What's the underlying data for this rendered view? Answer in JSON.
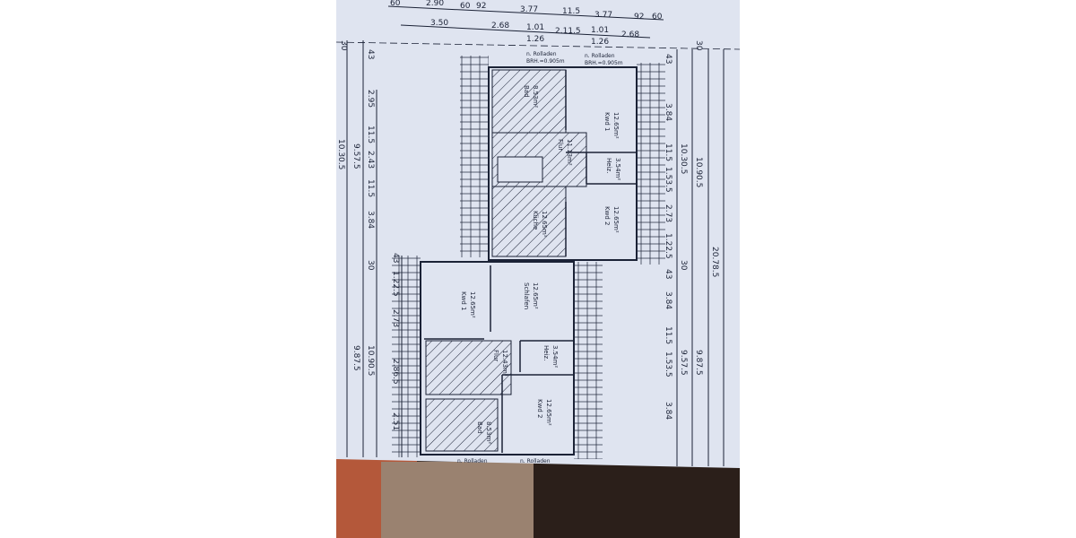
{
  "colors": {
    "paper": "#dfe4f0",
    "ink": "#1b2236",
    "floor_left": "#b4583a",
    "floor_right": "#2b1f1a",
    "rug": "#9a8270"
  },
  "dimensions": {
    "top_row1": [
      "60",
      "2.90",
      "60",
      "92",
      "3.77",
      "11.5",
      "3.77",
      "92",
      "60"
    ],
    "top_row2": [
      "3.50",
      "2.68",
      "1.01",
      "1.26",
      "2.11.5",
      "1.01",
      "1.26",
      "2.68"
    ],
    "left_inner": [
      "30",
      "43",
      "2.95",
      "11.5",
      "2.43",
      "11.5",
      "3.84",
      "30",
      "43",
      "1.22.5",
      "2.73",
      "2.86.5",
      "2.51"
    ],
    "left_outer": [
      "9.57.5",
      "10.30.5",
      "10.90.5",
      "9.87.5"
    ],
    "right_inner": [
      "30",
      "43",
      "3.84",
      "11.5",
      "1.53.5",
      "2.73",
      "1.22.5",
      "43",
      "30",
      "3.84",
      "11.5",
      "1.53.5",
      "3.84"
    ],
    "right_outer": [
      "10.30.5",
      "10.90.5",
      "20.78.5",
      "9.57.5",
      "9.87.5"
    ]
  },
  "notes": {
    "top_shutter_1": "n. Rolladen",
    "top_brh_1": "BRH.=0.905m",
    "top_shutter_2": "n. Rolladen",
    "top_brh_2": "BRH.=0.905m",
    "bottom_shutter_1": "n. Rolladen",
    "bottom_shutter_2": "n. Rolladen"
  },
  "upper_unit": {
    "rooms": [
      {
        "name": "Bad",
        "area": "8.53m²"
      },
      {
        "name": "Kwd 1",
        "area": "12.65m²"
      },
      {
        "name": "Flur",
        "area": "11.13m²"
      },
      {
        "name": "Heiz.",
        "area": "3.54m²"
      },
      {
        "name": "Küche",
        "area": "12.65m²"
      },
      {
        "name": "Kwd 2",
        "area": "12.65m²"
      }
    ]
  },
  "lower_unit": {
    "rooms": [
      {
        "name": "Kwd 1",
        "area": "12.65m²"
      },
      {
        "name": "Schlafen",
        "area": "12.65m²"
      },
      {
        "name": "Flur",
        "area": "12.43m²"
      },
      {
        "name": "Heiz.",
        "area": "3.54m²"
      },
      {
        "name": "Kwd 2",
        "area": "12.65m²"
      },
      {
        "name": "Bad",
        "area": "8.53m²"
      }
    ]
  }
}
